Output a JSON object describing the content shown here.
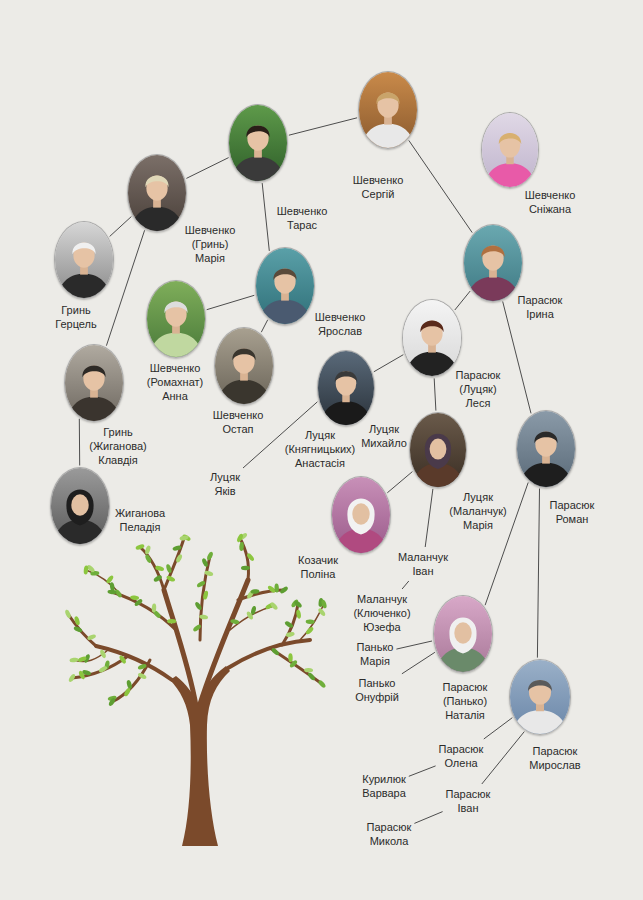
{
  "diagram": {
    "nodes": [
      {
        "text": [
          "Шевченко Сергій"
        ]
      },
      {
        "text": [
          "Шевченко Сніжана"
        ]
      },
      {
        "text": [
          "Шевченко Тарас"
        ]
      },
      {
        "text": [
          "Шевченко (Гринь) Марія"
        ]
      },
      {
        "text": [
          "Гринь Герцель"
        ]
      },
      {
        "text": [
          "Шевченко Ярослав"
        ]
      },
      {
        "text": [
          "Шевченко (Ромахнат) Анна"
        ]
      },
      {
        "text": [
          "Шевченко Остап"
        ]
      },
      {
        "text": [
          "Парасюк Ірина"
        ]
      },
      {
        "text": [
          "Парасюк (Луцяк) Леся"
        ]
      },
      {
        "text": [
          "Луцяк Михайло"
        ]
      },
      {
        "text": [
          "Луцяк (Княгницьких) Анастасія"
        ]
      },
      {
        "text": [
          "Луцяк Яків"
        ]
      },
      {
        "text": [
          "Луцяк (Маланчук) Марія"
        ]
      },
      {
        "text": [
          "Парасюк Роман"
        ]
      },
      {
        "text": [
          "Гринь (Жиганова) Клавдія"
        ]
      },
      {
        "text": [
          "Жиганова Пеладія"
        ]
      },
      {
        "text": [
          "Козачик Поліна"
        ]
      },
      {
        "text": [
          "Маланчук Іван"
        ]
      },
      {
        "text": [
          "Маланчук (Ключенко) Юзефа"
        ]
      },
      {
        "text": [
          "Панько Марія"
        ]
      },
      {
        "text": [
          "Парасюк (Панько) Наталія"
        ]
      },
      {
        "text": [
          "Панько Онуфрій"
        ]
      },
      {
        "text": [
          "Парасюк Мирослав"
        ]
      },
      {
        "text": [
          "Парасюк Олена"
        ]
      },
      {
        "text": [
          "Курилюк Варвара"
        ]
      },
      {
        "text": [
          "Парасюк Іван"
        ]
      },
      {
        "text": [
          "Парасюк Микола"
        ]
      }
    ],
    "edges": [
      {
        "from": 0,
        "to": 2,
        "arrow": "none"
      },
      {
        "from": 0,
        "to": 8,
        "arrow": "none"
      },
      {
        "from": 2,
        "to": 3,
        "arrow": "none"
      },
      {
        "from": 2,
        "to": 5,
        "arrow": "none"
      },
      {
        "from": 3,
        "to": 4,
        "arrow": "none"
      },
      {
        "from": 3,
        "to": 15,
        "arrow": "none"
      },
      {
        "from": 5,
        "to": 6,
        "arrow": "none"
      },
      {
        "from": 5,
        "to": 7,
        "arrow": "none"
      },
      {
        "from": 8,
        "to": 9,
        "arrow": "none"
      },
      {
        "from": 8,
        "to": 14,
        "arrow": "none"
      },
      {
        "from": 9,
        "to": 10,
        "arrow": "none"
      },
      {
        "from": 9,
        "to": 13,
        "arrow": "none"
      },
      {
        "from": 10,
        "to": 12,
        "arrow": "none"
      },
      {
        "from": 15,
        "to": 16,
        "arrow": "none"
      },
      {
        "from": 13,
        "to": 17,
        "arrow": "none"
      },
      {
        "from": 13,
        "to": 18,
        "arrow": "none"
      },
      {
        "from": 18,
        "to": 19,
        "arrow": "none"
      },
      {
        "from": 14,
        "to": 21,
        "arrow": "none"
      },
      {
        "from": 14,
        "to": 23,
        "arrow": "none"
      },
      {
        "from": 21,
        "to": 20,
        "arrow": "none"
      },
      {
        "from": 21,
        "to": 22,
        "arrow": "none"
      },
      {
        "from": 23,
        "to": 24,
        "arrow": "none"
      },
      {
        "from": 23,
        "to": 26,
        "arrow": "none"
      },
      {
        "from": 24,
        "to": 25,
        "arrow": "none"
      },
      {
        "from": 26,
        "to": 27,
        "arrow": "none"
      }
    ]
  }
}
